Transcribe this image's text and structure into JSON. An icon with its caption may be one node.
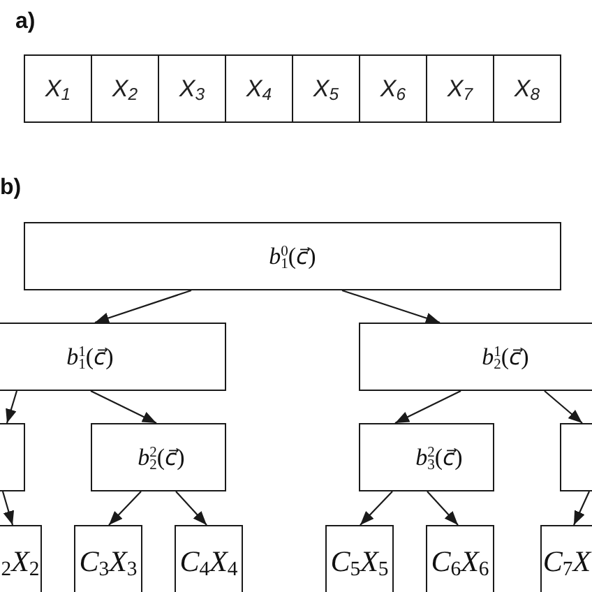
{
  "diagram": {
    "nodes": [
      {
        "text": [
          "X$_{1}$"
        ]
      },
      {
        "text": [
          "X$_{2}$"
        ]
      },
      {
        "text": [
          "X$_{3}$"
        ]
      },
      {
        "text": [
          "X$_{4}$"
        ]
      },
      {
        "text": [
          "X$_{5}$"
        ]
      },
      {
        "text": [
          "X$_{6}$"
        ]
      },
      {
        "text": [
          "X$_{7}$"
        ]
      },
      {
        "text": [
          "X$_{8}$"
        ]
      },
      {
        "text": [
          "*b*$_{1}$$^{0}$(*c⃗*)"
        ]
      },
      {
        "text": [
          "*b*$_{1}$$^{1}$(*c⃗*)"
        ]
      },
      {
        "text": [
          "*b*$_{2}$$^{1}$(*c⃗*)"
        ]
      },
      {
        "text": [],
        "shape": "box"
      },
      {
        "text": [
          "*b*$_{2}$$^{2}$(*c⃗*)"
        ]
      },
      {
        "text": [
          "*b*$_{3}$$^{2}$(*c⃗*)"
        ]
      },
      {
        "text": [],
        "shape": "box"
      },
      {
        "text": [
          "$_{2}$*X*$_{2}$"
        ]
      },
      {
        "text": [
          "*C*$_{3}$*X*$_{3}$"
        ]
      },
      {
        "text": [
          "*C*$_{4}$*X*$_{4}$"
        ]
      },
      {
        "text": [
          "*C*$_{5}$*X*$_{5}$"
        ]
      },
      {
        "text": [
          "*C*$_{6}$*X*$_{6}$"
        ]
      },
      {
        "text": [
          "*C*$_{7}$*X*"
        ]
      }
    ],
    "edges": [
      {
        "from": 8,
        "to": 9,
        "arrow": "to"
      },
      {
        "from": 8,
        "to": 10,
        "arrow": "to"
      },
      {
        "from": 9,
        "to": 11,
        "arrow": "to"
      },
      {
        "from": 9,
        "to": 12,
        "arrow": "to"
      },
      {
        "from": 10,
        "to": 13,
        "arrow": "to"
      },
      {
        "from": 10,
        "to": 14,
        "arrow": "to"
      },
      {
        "from": 11,
        "to": 15,
        "arrow": "to"
      },
      {
        "from": 12,
        "to": 16,
        "arrow": "to"
      },
      {
        "from": 12,
        "to": 17,
        "arrow": "to"
      },
      {
        "from": 13,
        "to": 18,
        "arrow": "to"
      },
      {
        "from": 13,
        "to": 19,
        "arrow": "to"
      },
      {
        "from": 14,
        "to": 20,
        "arrow": "to"
      }
    ],
    "labels": [
      "a)",
      "b)"
    ]
  }
}
